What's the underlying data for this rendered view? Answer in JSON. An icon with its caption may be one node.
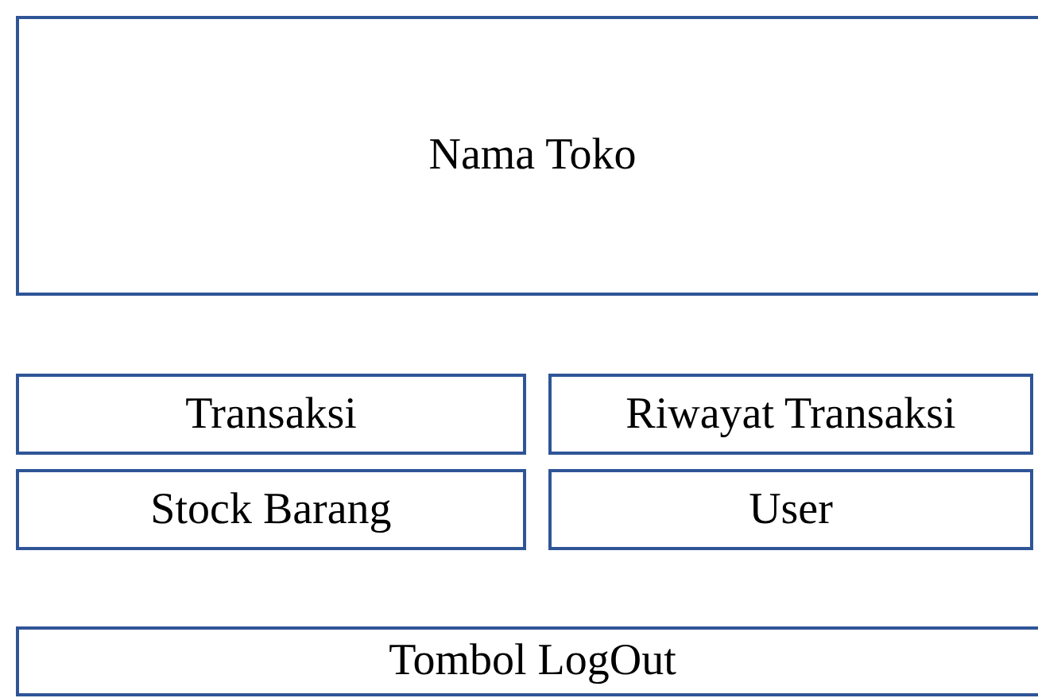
{
  "diagram": {
    "nodes": [
      {
        "text": [
          "Nama Toko"
        ]
      },
      {
        "text": [
          "Transaksi"
        ]
      },
      {
        "text": [
          "Riwayat Transaksi"
        ]
      },
      {
        "text": [
          "Stock Barang"
        ]
      },
      {
        "text": [
          "User"
        ]
      },
      {
        "text": [
          "Tombol LogOut"
        ]
      }
    ]
  }
}
